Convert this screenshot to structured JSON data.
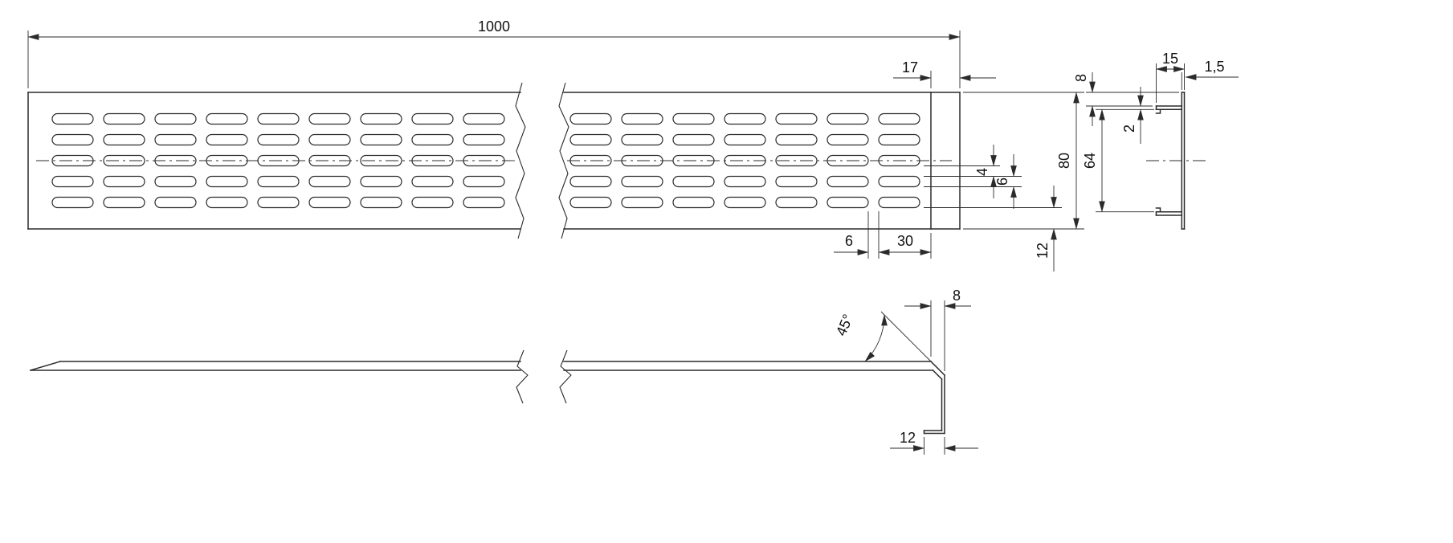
{
  "drawing": {
    "type": "technical-drawing",
    "views": {
      "top_view": {
        "slot_rows": 5,
        "left_slot_columns": 9,
        "right_slot_columns": 7
      }
    },
    "dims": {
      "total_length": "1000",
      "end_margin": "17",
      "row_gap": "4",
      "slot_height": "6",
      "overall_height": "80",
      "bottom_margin": "12",
      "slot_gap": "6",
      "slot_pitch": "30",
      "flange_offset": "8",
      "inner_height": "64",
      "flange_thickness": "2",
      "flange_length": "15",
      "material_thickness": "1,5",
      "bend_angle": "45°",
      "bend_offset": "8",
      "end_return": "12"
    },
    "colors": {
      "line": "#2b2b2b",
      "background": "#ffffff"
    }
  }
}
